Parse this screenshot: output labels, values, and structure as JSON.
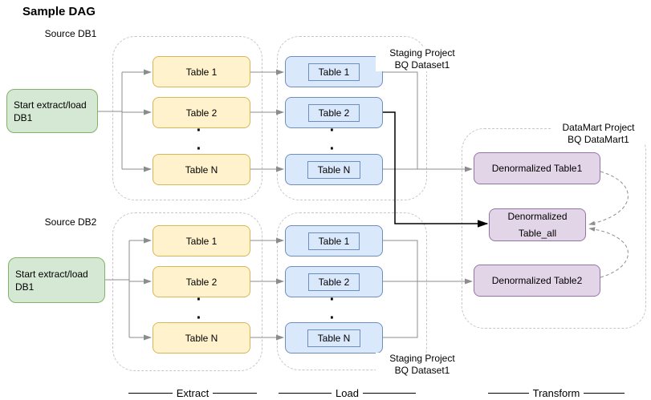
{
  "title": "Sample DAG",
  "row1": {
    "source_label": "Source DB1",
    "start_node_label": "Start extract/load DB1",
    "extract_tables": [
      "Table 1",
      "Table 2",
      "Table N"
    ],
    "load_tables": [
      "Table 1",
      "Table 2",
      "Table N"
    ],
    "staging_label_line1": "Staging Project",
    "staging_label_line2": "BQ Dataset1"
  },
  "row2": {
    "source_label": "Source DB2",
    "start_node_label": "Start extract/load DB1",
    "extract_tables": [
      "Table 1",
      "Table 2",
      "Table N"
    ],
    "load_tables": [
      "Table 1",
      "Table 2",
      "Table N"
    ],
    "staging_label_line1": "Staging Project",
    "staging_label_line2": "BQ Dataset1"
  },
  "datamart": {
    "label_line1": "DataMart Project",
    "label_line2": "BQ DataMart1",
    "table1": "Denormalized Table1",
    "table_all": "Denormalized Table_all",
    "table2": "Denormalized Table2"
  },
  "stage_labels": {
    "extract": "Extract",
    "load": "Load",
    "transform": "Transform"
  },
  "ellipsis": "·\n·",
  "colors": {
    "start_node_fill": "#d5e8d4",
    "start_node_border": "#82b366",
    "extract_table_fill": "#fff2cc",
    "extract_table_border": "#d6b656",
    "load_table_fill": "#dae8fc",
    "load_table_border": "#6c8ebf",
    "datamart_table_fill": "#e1d5e7",
    "datamart_table_border": "#9673a6",
    "connector_gray": "#8c8c8c",
    "connector_black": "#000000",
    "container_dashed_border": "#c6c6c6"
  }
}
